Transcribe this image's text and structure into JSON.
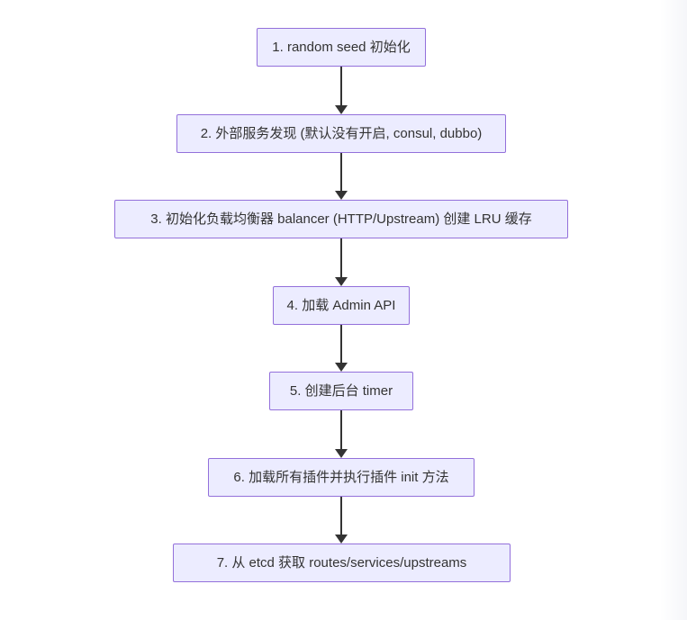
{
  "page": {
    "background_color": "#ffffff",
    "right_edge_fade_color": "#f5f6f9"
  },
  "flowchart": {
    "type": "flowchart",
    "direction": "top-down",
    "node_fill_color": "#ECECFF",
    "node_border_color": "#9370DB",
    "text_color": "#333333",
    "arrow_color": "#333333",
    "nodes": [
      {
        "id": "1",
        "label": "1. random seed 初始化"
      },
      {
        "id": "2",
        "label": "2. 外部服务发现 (默认没有开启, consul, dubbo)"
      },
      {
        "id": "3",
        "label": "3. 初始化负载均衡器 balancer (HTTP/Upstream) 创建 LRU 缓存"
      },
      {
        "id": "4",
        "label": "4. 加载 Admin API"
      },
      {
        "id": "5",
        "label": "5. 创建后台 timer"
      },
      {
        "id": "6",
        "label": "6. 加载所有插件并执行插件 init 方法"
      },
      {
        "id": "7",
        "label": "7. 从 etcd 获取 routes/services/upstreams"
      }
    ],
    "edges": [
      {
        "from": "1",
        "to": "2"
      },
      {
        "from": "2",
        "to": "3"
      },
      {
        "from": "3",
        "to": "4"
      },
      {
        "from": "4",
        "to": "5"
      },
      {
        "from": "5",
        "to": "6"
      },
      {
        "from": "6",
        "to": "7"
      }
    ]
  }
}
